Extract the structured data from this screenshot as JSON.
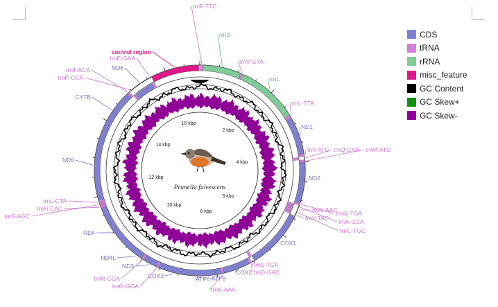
{
  "legend": [
    {
      "label": "CDS",
      "color": "#8080d0"
    },
    {
      "label": "tRNA",
      "color": "#d080d8"
    },
    {
      "label": "rRNA",
      "color": "#80cc98"
    },
    {
      "label": "misc_feature",
      "color": "#e0168c"
    },
    {
      "label": "GC Content",
      "color": "#000000"
    },
    {
      "label": "GC Skew+",
      "color": "#109010"
    },
    {
      "label": "GC Skew-",
      "color": "#900098"
    }
  ],
  "species": "Prunella fulvescens",
  "scale_labels": [
    "16 kbp",
    "2 kbp",
    "4 kbp",
    "6 kbp",
    "8 kbp",
    "10 kbp",
    "12 kbp",
    "14 kbp"
  ],
  "features": [
    {
      "name": "trnF-TTC",
      "type": "tRNA",
      "start": 18,
      "end": 86
    },
    {
      "name": "rrnS",
      "type": "rRNA",
      "start": 88,
      "end": 1060
    },
    {
      "name": "trnV-GTA",
      "type": "tRNA",
      "start": 1062,
      "end": 1131
    },
    {
      "name": "rrnL",
      "type": "rRNA",
      "start": 1133,
      "end": 2730
    },
    {
      "name": "trnL-TTA",
      "type": "tRNA",
      "start": 2732,
      "end": 2806
    },
    {
      "name": "ND1",
      "type": "CDS",
      "start": 2815,
      "end": 3790
    },
    {
      "name": "trnI-ATC",
      "type": "tRNA",
      "start": 3795,
      "end": 3866
    },
    {
      "name": "trnQ-CAA",
      "type": "tRNA",
      "start": 3872,
      "end": 3942
    },
    {
      "name": "trnM-ATG",
      "type": "tRNA",
      "start": 3950,
      "end": 4018
    },
    {
      "name": "ND2",
      "type": "CDS",
      "start": 4020,
      "end": 5060
    },
    {
      "name": "trnW-TGA",
      "type": "tRNA",
      "start": 5062,
      "end": 5132
    },
    {
      "name": "trnA-GCA",
      "type": "tRNA",
      "start": 5136,
      "end": 5204
    },
    {
      "name": "trnN-AAC",
      "type": "tRNA",
      "start": 5208,
      "end": 5281
    },
    {
      "name": "trnC-TGC",
      "type": "tRNA",
      "start": 5286,
      "end": 5352
    },
    {
      "name": "trnY-TAC",
      "type": "tRNA",
      "start": 5356,
      "end": 5426
    },
    {
      "name": "COX1",
      "type": "CDS",
      "start": 5430,
      "end": 6980
    },
    {
      "name": "trnS-TCA",
      "type": "tRNA",
      "start": 6985,
      "end": 7057
    },
    {
      "name": "trnD-GAC",
      "type": "tRNA",
      "start": 7062,
      "end": 7130
    },
    {
      "name": "COX2",
      "type": "CDS",
      "start": 7135,
      "end": 7820
    },
    {
      "name": "trnK-AAA",
      "type": "tRNA",
      "start": 7822,
      "end": 7892
    },
    {
      "name": "ATP8",
      "type": "CDS",
      "start": 7894,
      "end": 8060
    },
    {
      "name": "ATP6",
      "type": "CDS",
      "start": 8051,
      "end": 8734
    },
    {
      "name": "COX3",
      "type": "CDS",
      "start": 8740,
      "end": 9524
    },
    {
      "name": "trnG-GGA",
      "type": "tRNA",
      "start": 9526,
      "end": 9594
    },
    {
      "name": "ND3",
      "type": "CDS",
      "start": 9595,
      "end": 9946
    },
    {
      "name": "trnR-CGA",
      "type": "tRNA",
      "start": 9950,
      "end": 10019
    },
    {
      "name": "ND4L",
      "type": "CDS",
      "start": 10021,
      "end": 10317
    },
    {
      "name": "ND4",
      "type": "CDS",
      "start": 10311,
      "end": 11688
    },
    {
      "name": "trnH-CAC",
      "type": "tRNA",
      "start": 11692,
      "end": 11761
    },
    {
      "name": "trnS-AGC",
      "type": "tRNA",
      "start": 11762,
      "end": 11827
    },
    {
      "name": "trnL-CTA",
      "type": "tRNA",
      "start": 11828,
      "end": 11898
    },
    {
      "name": "ND5",
      "type": "CDS",
      "start": 11899,
      "end": 13716
    },
    {
      "name": "CYTB",
      "type": "CDS",
      "start": 13724,
      "end": 14866
    },
    {
      "name": "trnT-ACA",
      "type": "tRNA",
      "start": 14870,
      "end": 14938
    },
    {
      "name": "trnP-CCA",
      "type": "tRNA",
      "start": 14946,
      "end": 15014
    },
    {
      "name": "ND6",
      "type": "CDS",
      "start": 15022,
      "end": 15540
    },
    {
      "name": "trnE-GAA",
      "type": "tRNA",
      "start": 15546,
      "end": 15616
    },
    {
      "name": "control region",
      "type": "misc_feature",
      "start": 15620,
      "end": 16878
    }
  ]
}
